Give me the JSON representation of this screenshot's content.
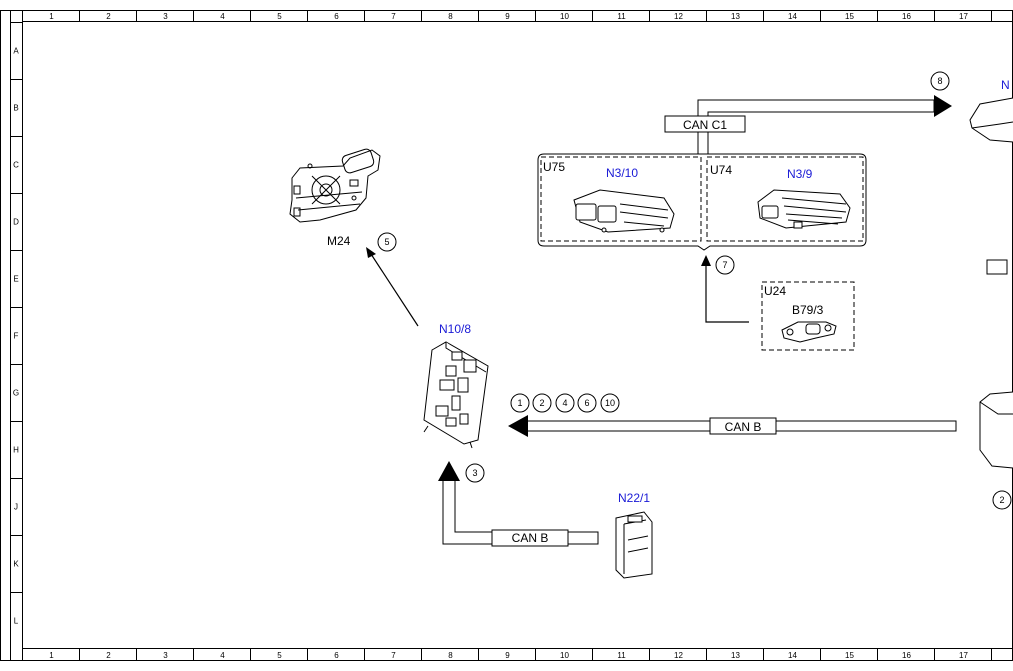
{
  "ruler": {
    "columns": [
      "1",
      "2",
      "3",
      "4",
      "5",
      "6",
      "7",
      "8",
      "9",
      "10",
      "11",
      "12",
      "13",
      "14",
      "15",
      "16",
      "17"
    ],
    "rows": [
      "A",
      "B",
      "C",
      "D",
      "E",
      "F",
      "G",
      "H",
      "J",
      "K",
      "L"
    ]
  },
  "components": {
    "m24": "M24",
    "n10_8": "N10/8",
    "n22_1": "N22/1",
    "u75": "U75",
    "n3_10": "N3/10",
    "u74": "U74",
    "n3_9": "N3/9",
    "u24": "U24",
    "b79_3": "B79/3",
    "edge_n": "N",
    "edge_2": "2"
  },
  "buses": {
    "can_c1": "CAN C1",
    "can_b_main": "CAN B",
    "can_b_low": "CAN B"
  },
  "callouts": {
    "c5": "5",
    "c7": "7",
    "c8": "8",
    "c3": "3",
    "c1": "1",
    "c2": "2",
    "c4": "4",
    "c6": "6",
    "c10": "10"
  },
  "colors": {
    "blue_label": "#1a1ad6",
    "line": "#000000"
  }
}
